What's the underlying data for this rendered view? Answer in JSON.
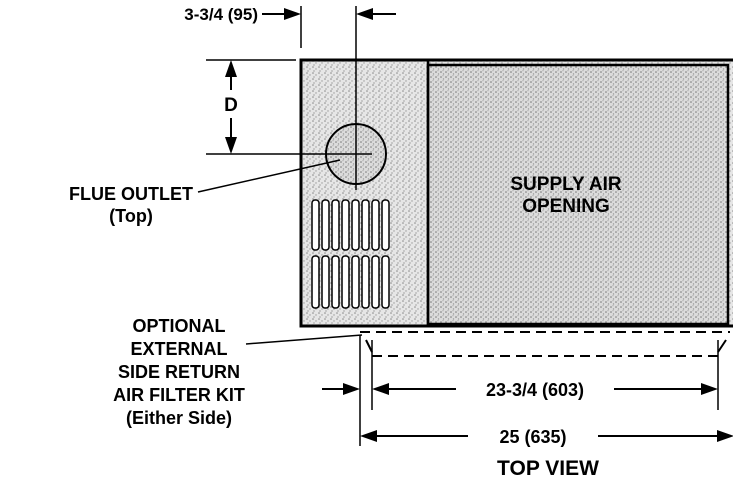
{
  "diagram": {
    "view_title": "TOP VIEW",
    "dim_offset_label": "3-3/4 (95)",
    "dim_depth_label": "D",
    "flue_label_line1": "FLUE OUTLET",
    "flue_label_line2": "(Top)",
    "supply_label_line1": "SUPPLY AIR",
    "supply_label_line2": "OPENING",
    "filter_label_line1": "OPTIONAL",
    "filter_label_line2": "EXTERNAL",
    "filter_label_line3": "SIDE RETURN",
    "filter_label_line4": "AIR FILTER KIT",
    "filter_label_line5": "(Either Side)",
    "dim_inner_width_label": "23-3/4 (603)",
    "dim_outer_width_label": "25 (635)"
  }
}
